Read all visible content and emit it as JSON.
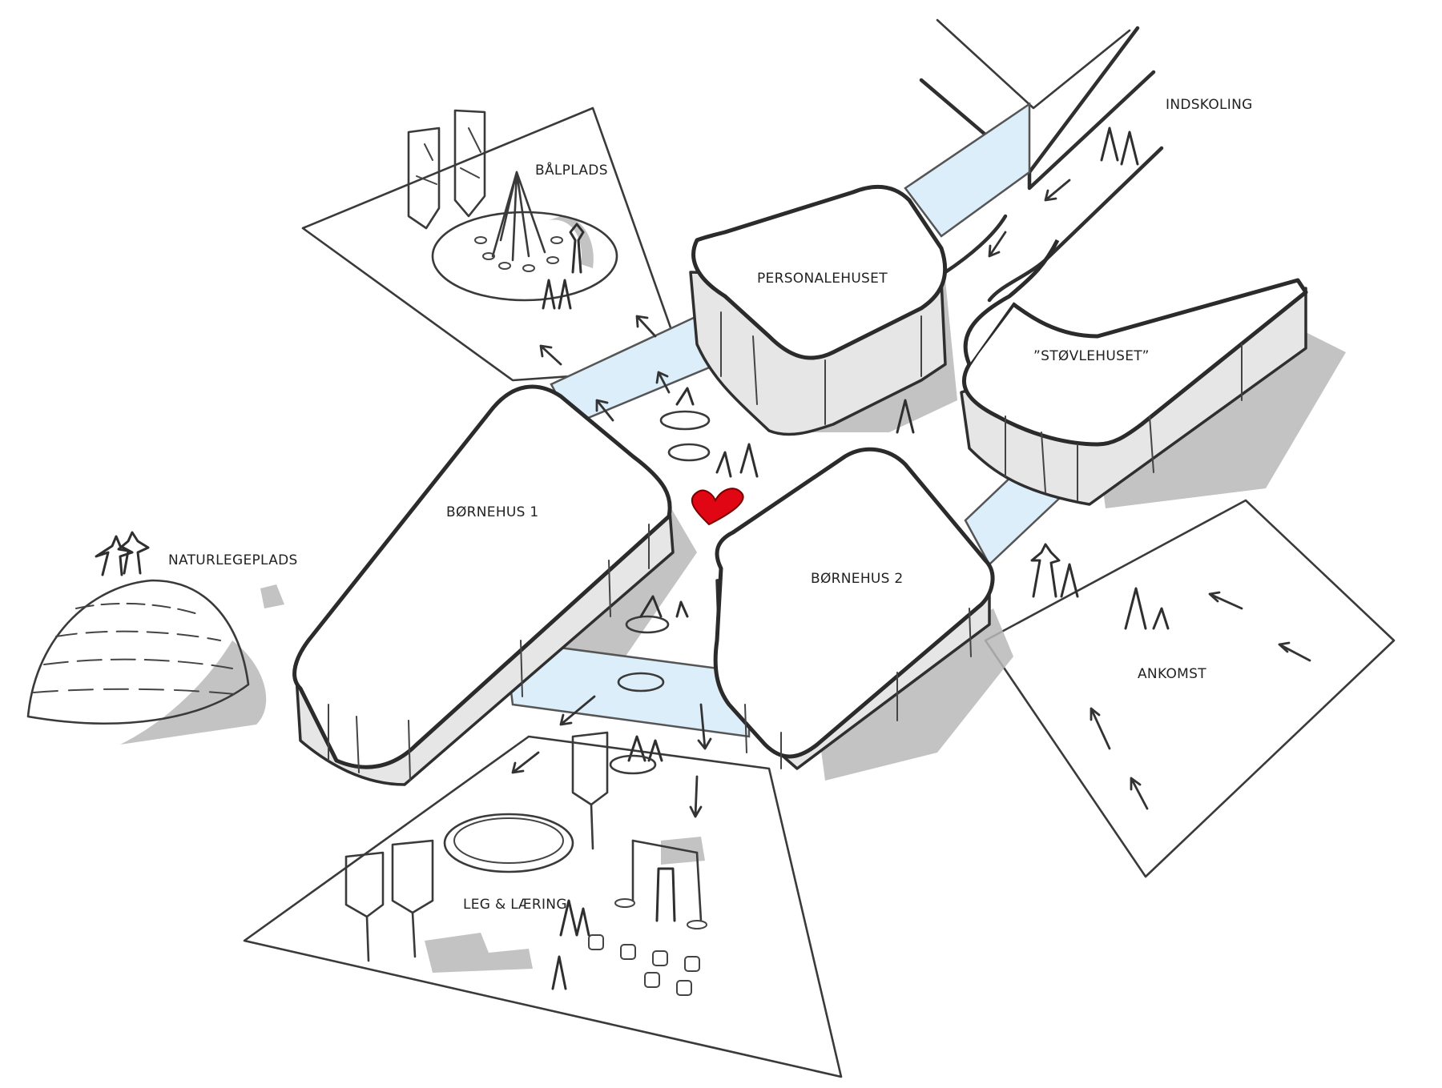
{
  "title": "",
  "labels": {
    "indskoling": "INDSKOLING",
    "baalplads": "BÅLPLADS",
    "personalehuset": "PERSONALEHUSET",
    "stovlehuset": "”STØVLEHUSET”",
    "naturlegeplads": "NATURLEGEPLADS",
    "bornehus1": "BØRNEHUS 1",
    "bornehus2": "BØRNEHUS 2",
    "ankomst": "ANKOMST",
    "leg_laering": "LEG & LÆRING"
  },
  "colors": {
    "heart": "#e10613",
    "bridge_glass": "#dceef9",
    "ink": "#2f2f2f",
    "wall": "#e6e6e6",
    "shadow": "#b9b9b9"
  },
  "icons": [
    "heart-icon",
    "tree-icon",
    "person-icon",
    "arrow-icon",
    "bonfire-icon",
    "table-icon",
    "sandbox-icon",
    "stump-icon"
  ]
}
